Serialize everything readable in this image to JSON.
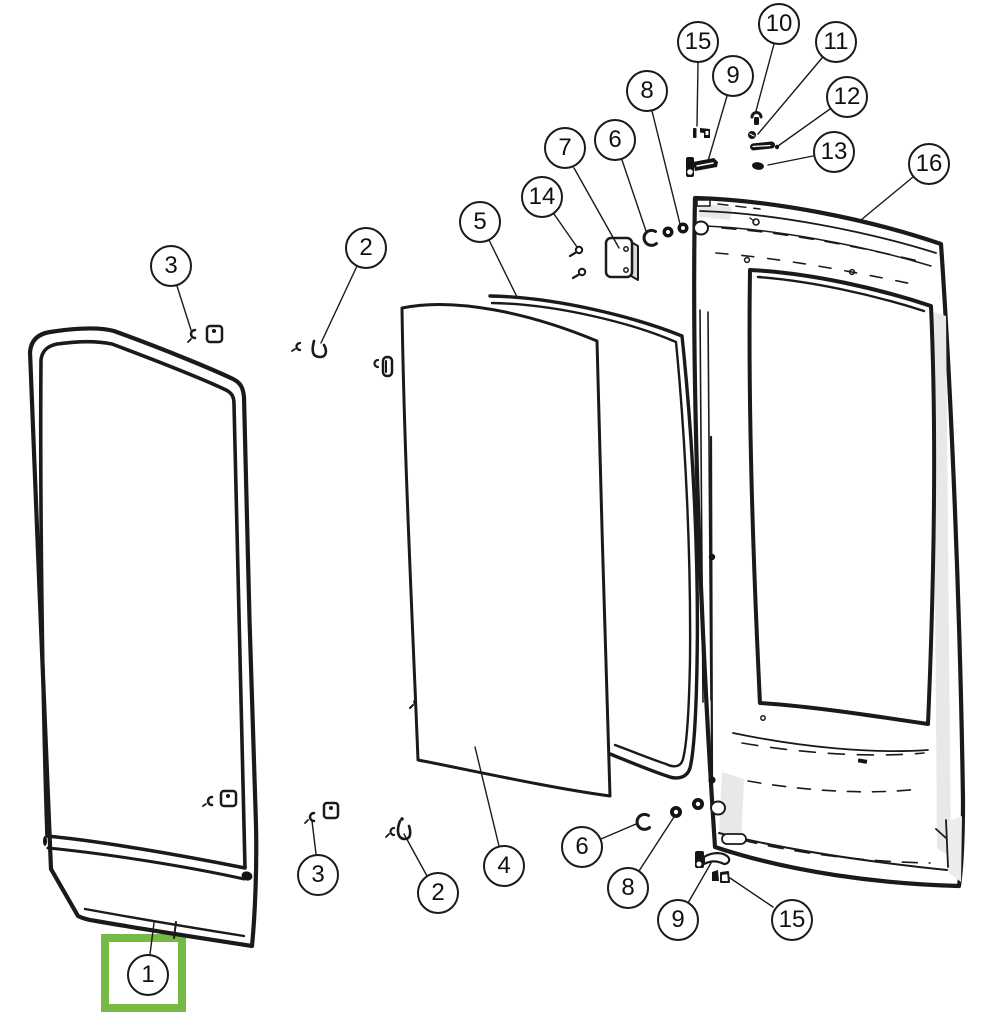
{
  "diagram": {
    "type": "exploded-parts-diagram",
    "subject": "door window assembly exploded view",
    "background_color": "#ffffff",
    "line_color": "#1a1a1a",
    "shade_color": "#e8e8ea",
    "part_count": 16,
    "highlight": {
      "part_number": "1",
      "box_color": "#76b944"
    }
  },
  "callouts": [
    {
      "id": "1",
      "label": "1",
      "highlighted": true
    },
    {
      "id": "2-top",
      "label": "2",
      "highlighted": false
    },
    {
      "id": "2-bottom",
      "label": "2",
      "highlighted": false
    },
    {
      "id": "3-top",
      "label": "3",
      "highlighted": false
    },
    {
      "id": "3-bottom",
      "label": "3",
      "highlighted": false
    },
    {
      "id": "4",
      "label": "4",
      "highlighted": false
    },
    {
      "id": "5",
      "label": "5",
      "highlighted": false
    },
    {
      "id": "6-top",
      "label": "6",
      "highlighted": false
    },
    {
      "id": "6-bottom",
      "label": "6",
      "highlighted": false
    },
    {
      "id": "7",
      "label": "7",
      "highlighted": false
    },
    {
      "id": "8-top",
      "label": "8",
      "highlighted": false
    },
    {
      "id": "8-bottom",
      "label": "8",
      "highlighted": false
    },
    {
      "id": "9-top",
      "label": "9",
      "highlighted": false
    },
    {
      "id": "9-bottom",
      "label": "9",
      "highlighted": false
    },
    {
      "id": "10",
      "label": "10",
      "highlighted": false
    },
    {
      "id": "11",
      "label": "11",
      "highlighted": false
    },
    {
      "id": "12",
      "label": "12",
      "highlighted": false
    },
    {
      "id": "13",
      "label": "13",
      "highlighted": false
    },
    {
      "id": "14",
      "label": "14",
      "highlighted": false
    },
    {
      "id": "15-top",
      "label": "15",
      "highlighted": false
    },
    {
      "id": "15-bottom",
      "label": "15",
      "highlighted": false
    },
    {
      "id": "16",
      "label": "16",
      "highlighted": false
    }
  ]
}
